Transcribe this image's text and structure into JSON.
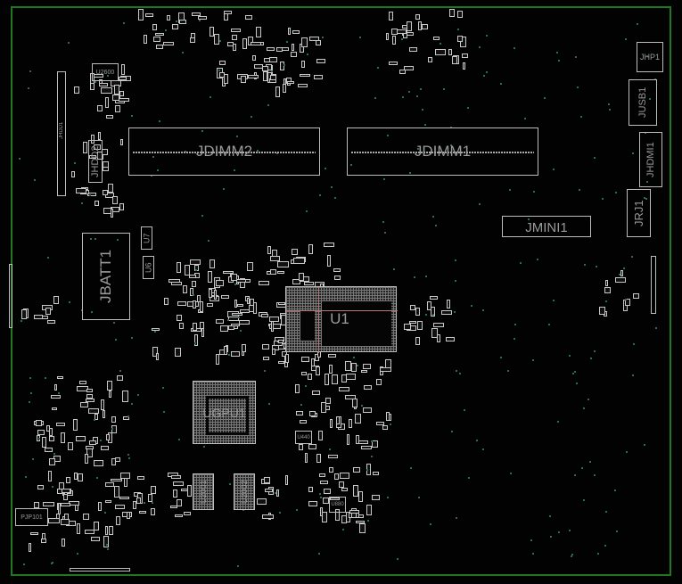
{
  "board": {
    "edge_color": "#1f7a1f",
    "outline_color": "#bdbdbd",
    "components": {
      "jdimm2": "JDIMM2",
      "jdimm1": "JDIMM1",
      "jhp1": "JHP1",
      "jusb1": "JUSB1",
      "jhdmi1": "JHDMI1",
      "jrj1": "JRJ1",
      "jmini1": "JMINI1",
      "jbatt1": "JBATT1",
      "u7": "U7",
      "u6": "U6",
      "u1": "U1",
      "ugpu1": "UGPU1",
      "u2001": "U2001",
      "u2002": "U2002",
      "u440": "U440",
      "u880": "U880",
      "pjp101": "PJP101",
      "u2600": "U2600",
      "jhdd2": "JHDD2",
      "jhdd1": "JHDD1"
    }
  }
}
